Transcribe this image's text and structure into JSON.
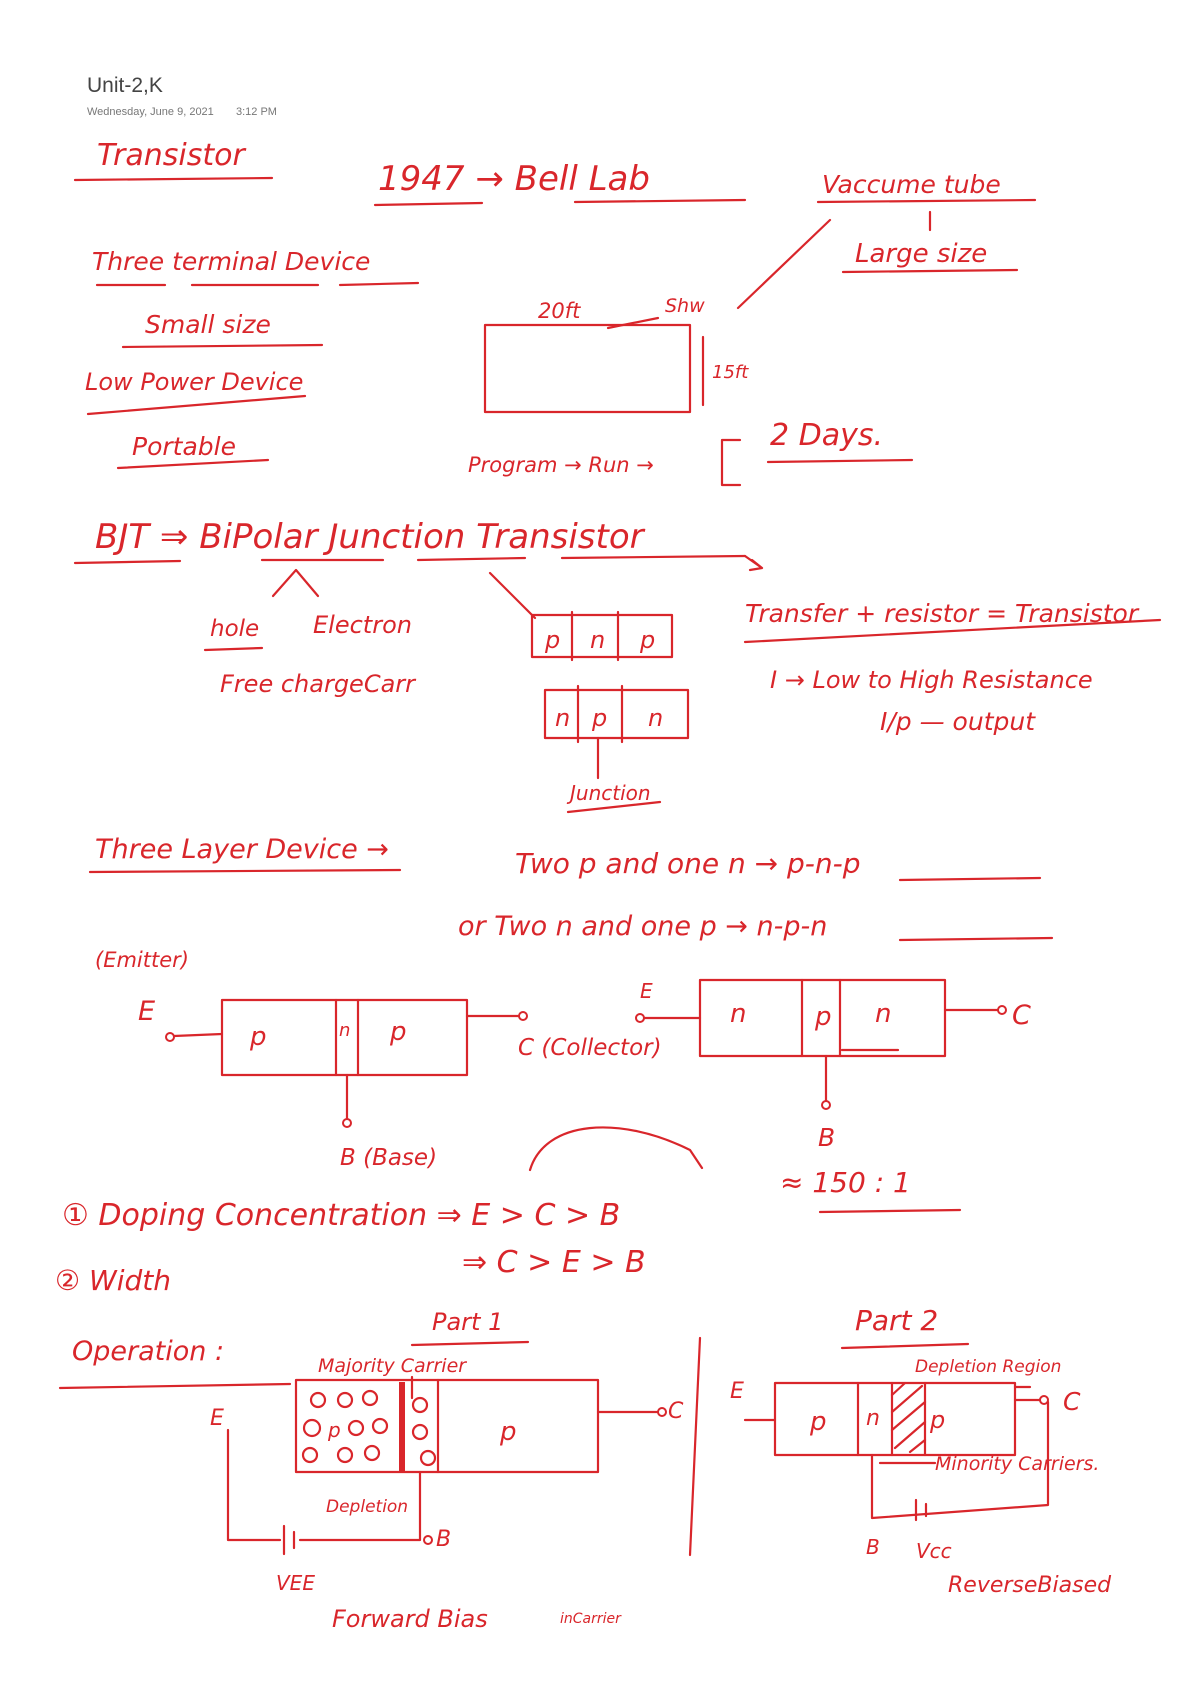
{
  "header": {
    "title": "Unit-2,K",
    "date": "Wednesday, June 9, 2021",
    "time": "3:12 PM"
  },
  "notes": {
    "transistor": "Transistor",
    "year_bell": "1947 → Bell Lab",
    "vacuum_tube": "Vaccume tube",
    "large_size": "Large size",
    "three_terminal": "Three terminal Device",
    "small_size": "Small size",
    "low_power": "Low Power Device",
    "portable": "Portable",
    "dim_20ft": "20ft",
    "dim_shw": "Shw",
    "dim_15ft": "15ft",
    "program_run": "Program → Run →",
    "two_days": "2 Days.",
    "bjt": "BJT ⇒ BiPolar Junction Transistor",
    "hole": "hole",
    "electron": "Electron",
    "free_charge": "Free chargeCarr",
    "pnp_p1": "p",
    "pnp_n": "n",
    "pnp_p2": "p",
    "npn_n1": "n",
    "npn_p": "p",
    "npn_n2": "n",
    "junction": "Junction",
    "transfer_resistor": "Transfer + resistor = Transistor",
    "low_high": "I → Low to High Resistance",
    "ip_output": "I/p — output",
    "three_layer": "Three Layer Device →",
    "two_p_one_n": "Two p and one n → p-n-p",
    "two_n_one_p": "or Two n and one p → n-p-n",
    "emitter": "(Emitter)",
    "e1": "E",
    "d1_p1": "p",
    "d1_n": "n",
    "d1_p2": "p",
    "collector": "C (Collector)",
    "base": "B (Base)",
    "e2": "E",
    "d2_n1": "n",
    "d2_p": "p",
    "d2_n2": "n",
    "c2": "C",
    "b2": "B",
    "doping": "① Doping Concentration ⇒ E > C > B",
    "ratio": "≈ 150 : 1",
    "width": "② Width",
    "width_order": "⇒ C > E > B",
    "operation": "Operation :",
    "part1": "Part 1",
    "majority": "Majority Carrier",
    "op_e": "E",
    "op_p": "p",
    "op_c": "C",
    "depletion": "Depletion",
    "op_b": "B",
    "vee": "VEE",
    "forward_bias": "Forward Bias",
    "in_carrier": "inCarrier",
    "part2": "Part 2",
    "depletion_region": "Depletion Region",
    "p2_e": "E",
    "p2_p1": "p",
    "p2_n": "n",
    "p2_p2": "p",
    "p2_c": "C",
    "minority": "Minority Carriers.",
    "p2_b": "B",
    "vcc": "Vcc",
    "reverse_bias": "ReverseBiased"
  }
}
